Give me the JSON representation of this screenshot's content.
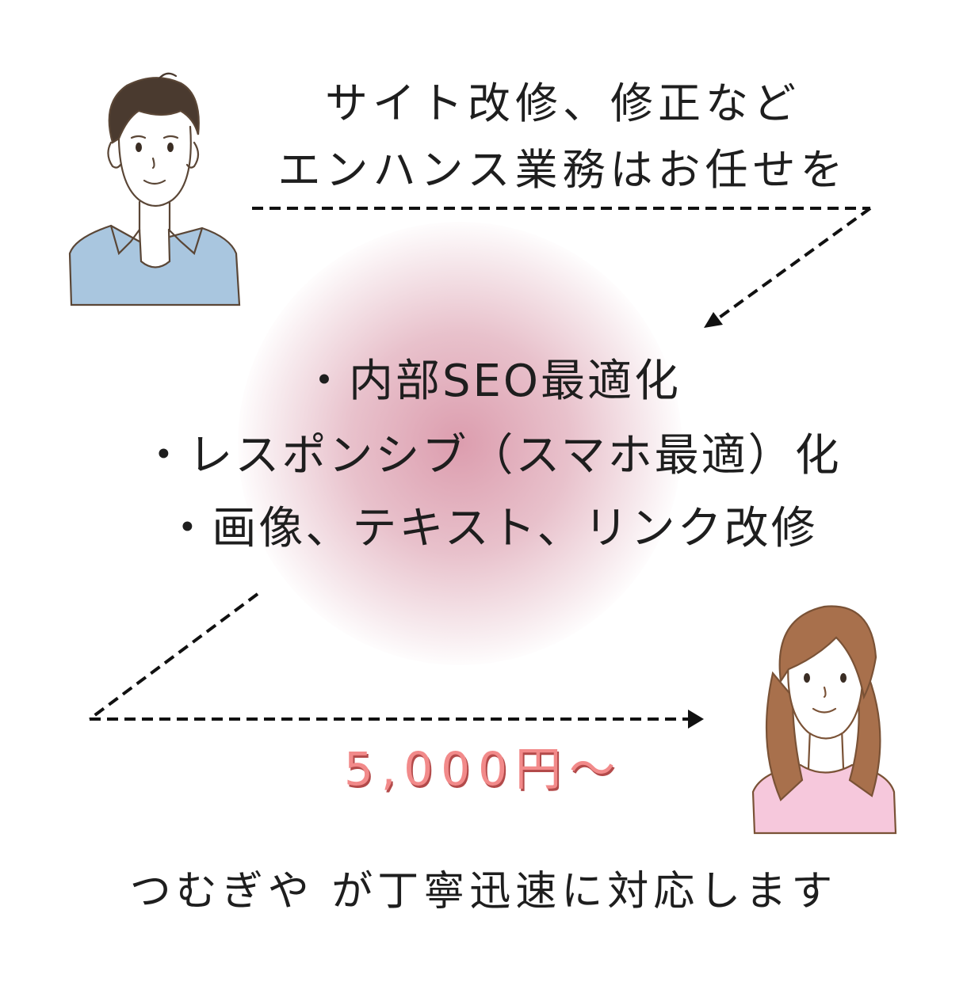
{
  "header": {
    "line1": "サイト改修、修正など",
    "line2": "エンハンス業務はお任せを"
  },
  "services": [
    "・内部SEO最適化",
    "・レスポンシブ（スマホ最適）化",
    "・画像、テキスト、リンク改修"
  ],
  "price": "5,000円〜",
  "footer": "つむぎや が丁寧迅速に対応します",
  "colors": {
    "glow": "#d68ca0",
    "price": "#f28a8a",
    "price_shadow": "#b34a4a",
    "text": "#1e1e1e",
    "man_shirt": "#a9c6df",
    "woman_top": "#f6c8dc",
    "woman_hair": "#a8704c",
    "man_hair": "#4a3a2f"
  },
  "icons": [
    "man-illustration",
    "woman-illustration",
    "dashed-arrow-down-left",
    "dashed-arrow-right"
  ]
}
